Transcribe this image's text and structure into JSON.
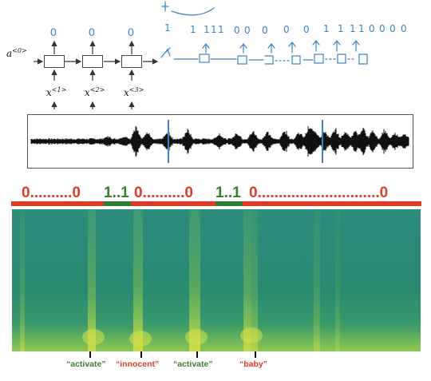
{
  "rnn": {
    "initial_state": "a",
    "initial_state_sup": "<0>",
    "outputs": [
      "0",
      "0",
      "0"
    ],
    "inputs": [
      {
        "base": "x",
        "sup": "<1>"
      },
      {
        "base": "x",
        "sup": "<2>"
      },
      {
        "base": "x",
        "sup": "<3>"
      }
    ]
  },
  "handwritten": {
    "outputs": [
      "1",
      "1",
      "1",
      "1",
      "1",
      "0",
      "0",
      "0",
      "0",
      "0",
      "1",
      "1",
      "1",
      "1",
      "0",
      "0",
      "0",
      "0"
    ]
  },
  "waveform": {
    "marker_color": "#3a82c4"
  },
  "segments": {
    "labels": [
      {
        "text": "0..........0",
        "color": "red"
      },
      {
        "text": "1..1",
        "color": "green"
      },
      {
        "text": "0..........0",
        "color": "red"
      },
      {
        "text": "1..1",
        "color": "green"
      },
      {
        "text": "0.............................0",
        "color": "red"
      }
    ],
    "bar_colors": {
      "zero": "#e23b25",
      "one": "#2e7d32"
    }
  },
  "spectrogram": {
    "base_color": "#2b8a73",
    "highlight_color": "#d7e24a"
  },
  "words": [
    {
      "text": "“activate”",
      "color": "green"
    },
    {
      "text": "“innocent”",
      "color": "red"
    },
    {
      "text": "“activate”",
      "color": "green"
    },
    {
      "text": "“baby”",
      "color": "red"
    }
  ]
}
